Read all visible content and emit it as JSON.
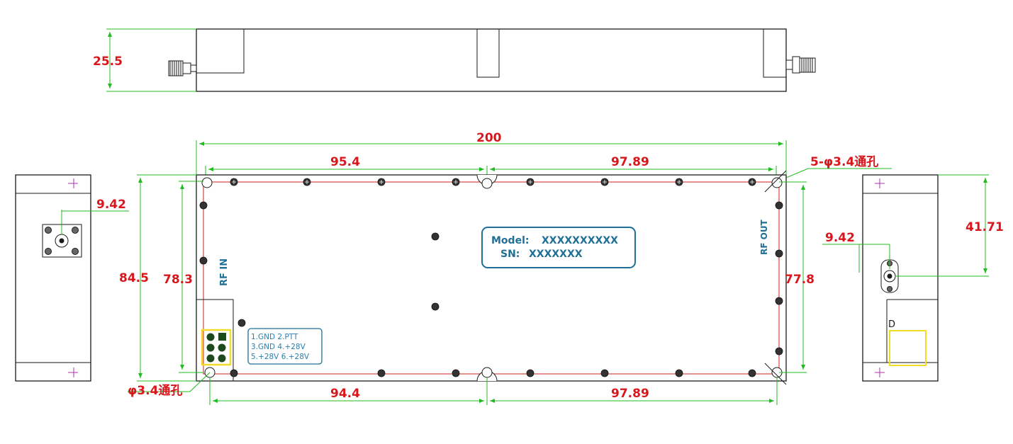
{
  "dimensions": {
    "side_height": "25.5",
    "overall_length": "200",
    "top_left_span": "95.4",
    "top_right_span": "97.89",
    "hole_callout_top": "5-φ3.4通孔",
    "left_conn_offset": "9.42",
    "overall_width": "84.5",
    "inner_left_height": "78.3",
    "inner_right_height": "77.8",
    "right_conn_offset": "9.42",
    "right_conn_height": "41.71",
    "hole_callout_bottom": "φ3.4通孔",
    "bottom_left_span": "94.4",
    "bottom_right_span": "97.89"
  },
  "label": {
    "model_label": "Model:",
    "model_value": "XXXXXXXXXX",
    "sn_label": "SN:",
    "sn_value": "XXXXXXX"
  },
  "ports": {
    "rf_in": "RF IN",
    "rf_out": "RF OUT"
  },
  "pinout": [
    "1.GND  2.PTT",
    "3.GND  4.+28V",
    "5.+28V  6.+28V"
  ],
  "colors": {
    "outline": "#1a1a1a",
    "dimension_line": "#22bb22",
    "dimension_text": "#d8161b",
    "seam": "#d02020",
    "label_border": "#1f6f96",
    "connector_box": "#f2dc2a",
    "purple_mark": "#b030b0"
  }
}
